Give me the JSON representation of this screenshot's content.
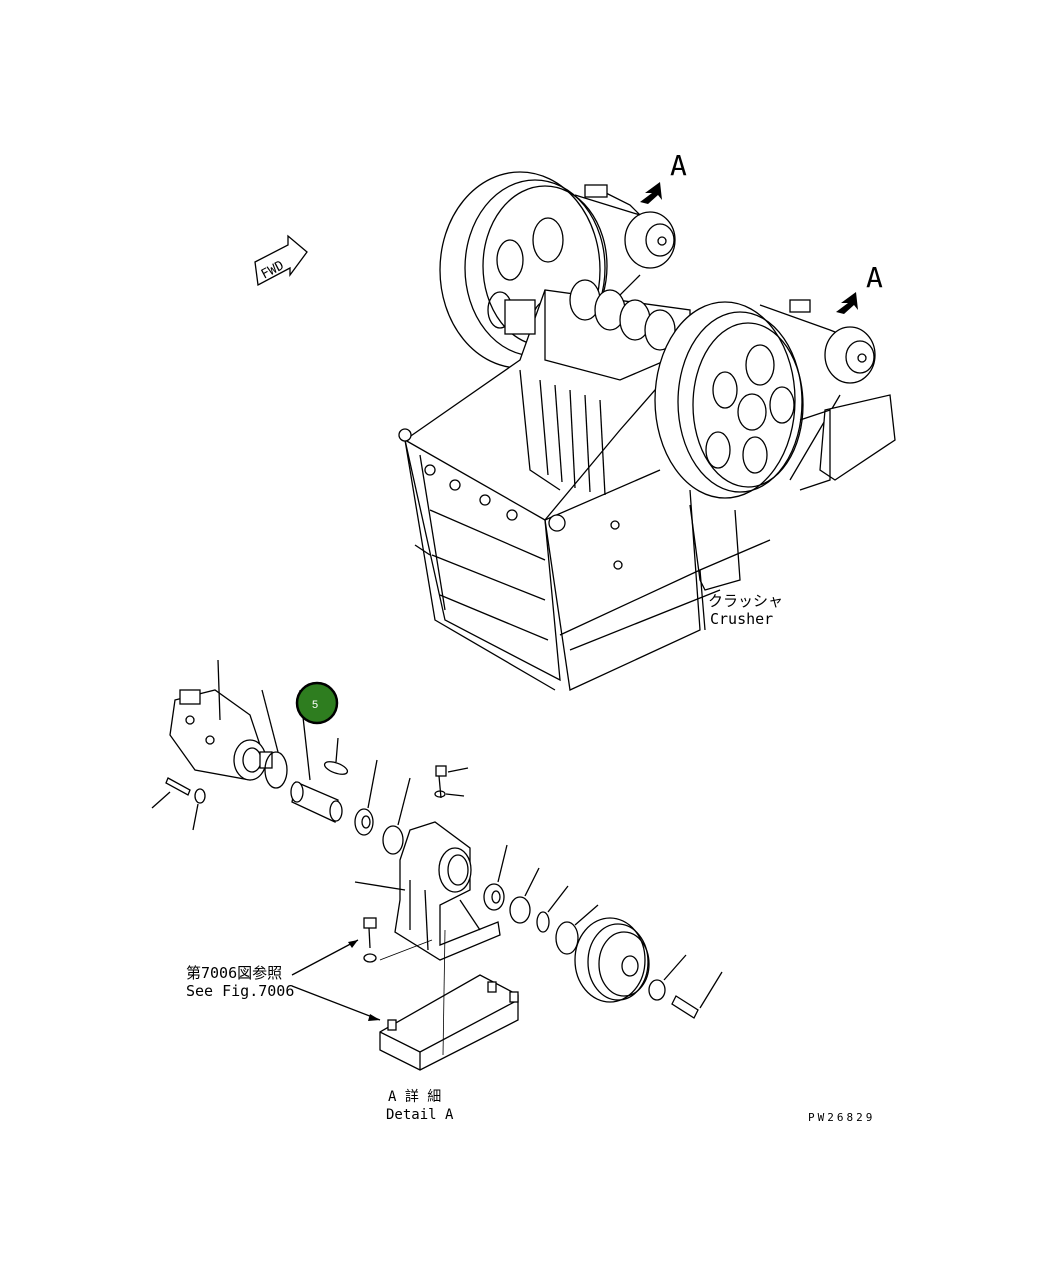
{
  "labels": {
    "view_a_top": "A",
    "view_a_right": "A",
    "fwd": "FWD",
    "crusher_jp": "クラッシャ",
    "crusher_en": "Crusher",
    "see_fig_jp": "第7006図参照",
    "see_fig_en": "See Fig.7006",
    "detail_jp": "A 詳 細",
    "detail_en": "Detail A",
    "drawing_code": "PW26829"
  },
  "callout": {
    "number": "5",
    "color": "#2e7d1f"
  }
}
